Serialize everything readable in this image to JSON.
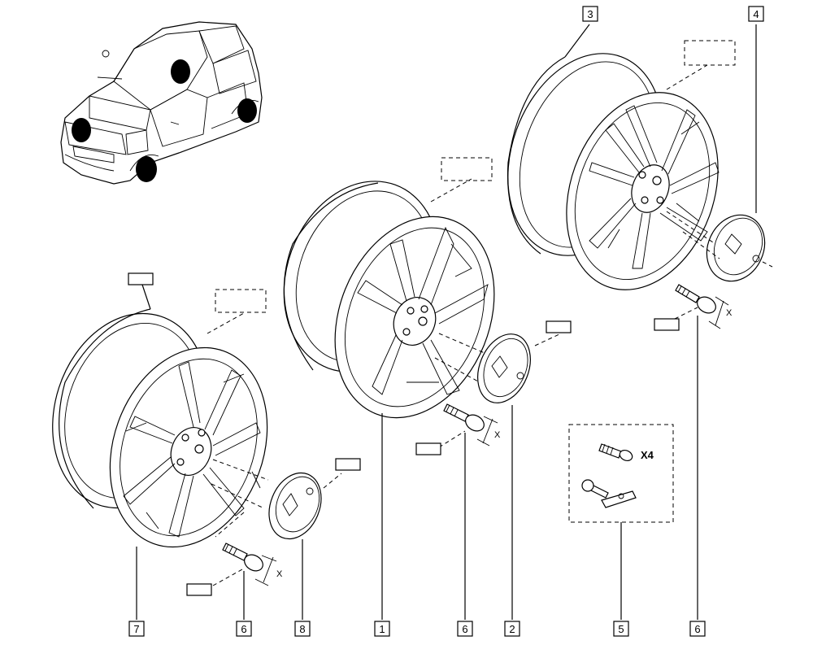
{
  "callouts": {
    "c1": "1",
    "c2": "2",
    "c3": "3",
    "c4": "4",
    "c5": "5",
    "c6a": "6",
    "c6b": "6",
    "c6c": "6",
    "c7": "7",
    "c8": "8"
  },
  "dimension_marks": {
    "x_left": "X",
    "x_center": "X",
    "x_right": "X"
  },
  "kit_quantity": "X4"
}
